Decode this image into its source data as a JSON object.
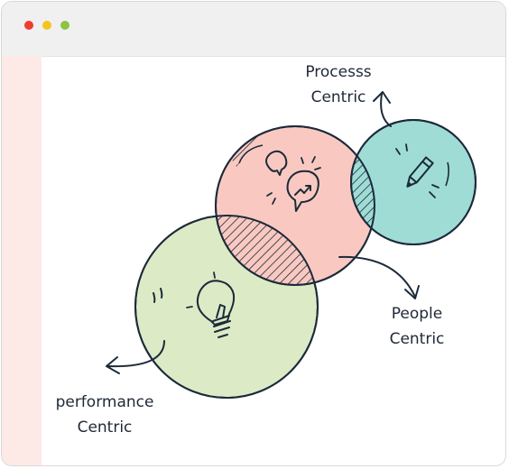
{
  "window": {
    "controls": [
      "close",
      "minimize",
      "maximize"
    ],
    "colors": {
      "close": "#f03c2e",
      "minimize": "#f2c521",
      "maximize": "#8fc245",
      "sidebar": "#fde9e6"
    }
  },
  "diagram": {
    "labels": {
      "process": [
        "Processs",
        "Centric"
      ],
      "people": [
        "People",
        "Centric"
      ],
      "performance": [
        "performance",
        "Centric"
      ]
    },
    "circles": [
      {
        "name": "process-centric",
        "color": "#9fdcd6",
        "icon": "pencil-icon"
      },
      {
        "name": "people-centric",
        "color": "#f9c9c1",
        "icon": "chat-bubbles-icon"
      },
      {
        "name": "performance-centric",
        "color": "#dcebc6",
        "icon": "lightbulb-icon"
      }
    ],
    "stroke_color": "#1c2a3a"
  }
}
